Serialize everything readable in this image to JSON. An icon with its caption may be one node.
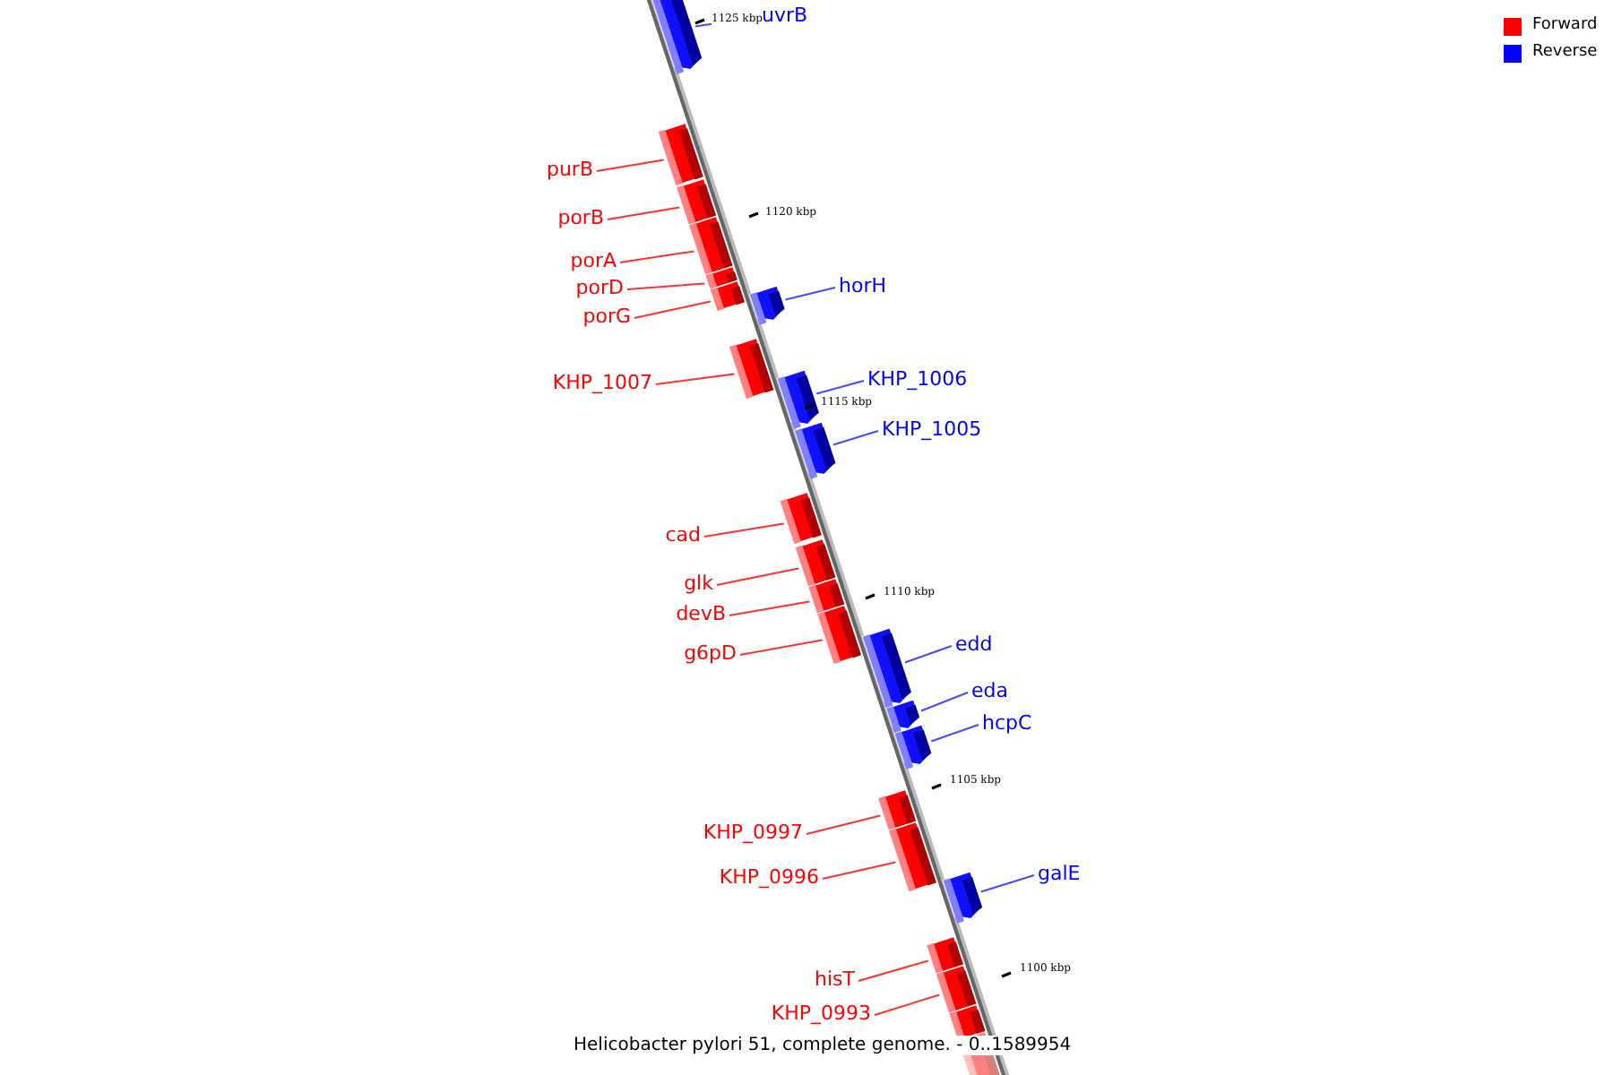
{
  "diagram": {
    "caption": "Helicobacter pylori 51, complete genome. - 0..1589954",
    "nodes": [
      {
        "text": [
          "uvrB"
        ]
      },
      {
        "text": [],
        "shape": "box"
      },
      {
        "text": [
          "purB"
        ]
      },
      {
        "text": [],
        "shape": "box"
      },
      {
        "text": [
          "porB"
        ]
      },
      {
        "text": [],
        "shape": "box"
      },
      {
        "text": [
          "porA"
        ]
      },
      {
        "text": [],
        "shape": "box"
      },
      {
        "text": [
          "porD"
        ]
      },
      {
        "text": [],
        "shape": "box"
      },
      {
        "text": [
          "porG"
        ]
      },
      {
        "text": [],
        "shape": "box"
      },
      {
        "text": [
          "horH"
        ]
      },
      {
        "text": [],
        "shape": "box"
      },
      {
        "text": [
          "KHP_1007"
        ]
      },
      {
        "text": [],
        "shape": "box"
      },
      {
        "text": [
          "KHP_1006"
        ]
      },
      {
        "text": [],
        "shape": "box"
      },
      {
        "text": [
          "KHP_1005"
        ]
      },
      {
        "text": [],
        "shape": "box"
      },
      {
        "text": [
          "cad"
        ]
      },
      {
        "text": [],
        "shape": "box"
      },
      {
        "text": [
          "glk"
        ]
      },
      {
        "text": [],
        "shape": "box"
      },
      {
        "text": [
          "devB"
        ]
      },
      {
        "text": [],
        "shape": "box"
      },
      {
        "text": [
          "g6pD"
        ]
      },
      {
        "text": [],
        "shape": "box"
      },
      {
        "text": [
          "edd"
        ]
      },
      {
        "text": [],
        "shape": "box"
      },
      {
        "text": [
          "eda"
        ]
      },
      {
        "text": [],
        "shape": "box"
      },
      {
        "text": [
          "hcpC"
        ]
      },
      {
        "text": [],
        "shape": "box"
      },
      {
        "text": [
          "KHP_0997"
        ]
      },
      {
        "text": [],
        "shape": "box"
      },
      {
        "text": [
          "KHP_0996"
        ]
      },
      {
        "text": [],
        "shape": "box"
      },
      {
        "text": [
          "galE"
        ]
      },
      {
        "text": [],
        "shape": "box"
      },
      {
        "text": [
          "hisT"
        ]
      },
      {
        "text": [],
        "shape": "box"
      },
      {
        "text": [
          "KHP_0993"
        ]
      },
      {
        "text": [],
        "shape": "box"
      },
      {
        "text": [],
        "shape": "box"
      },
      {
        "text": [],
        "shape": "box"
      }
    ],
    "edges": [
      {
        "from": 0,
        "to": 1,
        "arrow": "none",
        "color": "#4848ff"
      },
      {
        "from": 2,
        "to": 3,
        "arrow": "none"
      },
      {
        "from": 4,
        "to": 5,
        "arrow": "none"
      },
      {
        "from": 6,
        "to": 7,
        "arrow": "none"
      },
      {
        "from": 8,
        "to": 9,
        "arrow": "none"
      },
      {
        "from": 10,
        "to": 11,
        "arrow": "none"
      },
      {
        "from": 12,
        "to": 13,
        "arrow": "none",
        "color": "#4848ff"
      },
      {
        "from": 14,
        "to": 15,
        "arrow": "none"
      },
      {
        "from": 16,
        "to": 17,
        "arrow": "none",
        "color": "#4848ff"
      },
      {
        "from": 18,
        "to": 19,
        "arrow": "none",
        "color": "#4848ff"
      },
      {
        "from": 20,
        "to": 21,
        "arrow": "none"
      },
      {
        "from": 22,
        "to": 23,
        "arrow": "none"
      },
      {
        "from": 24,
        "to": 25,
        "arrow": "none"
      },
      {
        "from": 26,
        "to": 27,
        "arrow": "none"
      },
      {
        "from": 28,
        "to": 29,
        "arrow": "none",
        "color": "#4848ff"
      },
      {
        "from": 30,
        "to": 31,
        "arrow": "none",
        "color": "#4848ff"
      },
      {
        "from": 32,
        "to": 33,
        "arrow": "none",
        "color": "#4848ff"
      },
      {
        "from": 34,
        "to": 35,
        "arrow": "none"
      },
      {
        "from": 36,
        "to": 37,
        "arrow": "none"
      },
      {
        "from": 38,
        "to": 39,
        "arrow": "none",
        "color": "#4848ff"
      },
      {
        "from": 40,
        "to": 41,
        "arrow": "none"
      },
      {
        "from": 42,
        "to": 43,
        "arrow": "none"
      }
    ],
    "labels": [
      "1125 kbp",
      "1120 kbp",
      "1115 kbp",
      "1110 kbp",
      "1105 kbp",
      "1100 kbp"
    ],
    "legend": [
      {
        "text": "Forward",
        "color": "#ff0000"
      },
      {
        "text": "Reverse",
        "color": "#0000ff"
      }
    ]
  }
}
